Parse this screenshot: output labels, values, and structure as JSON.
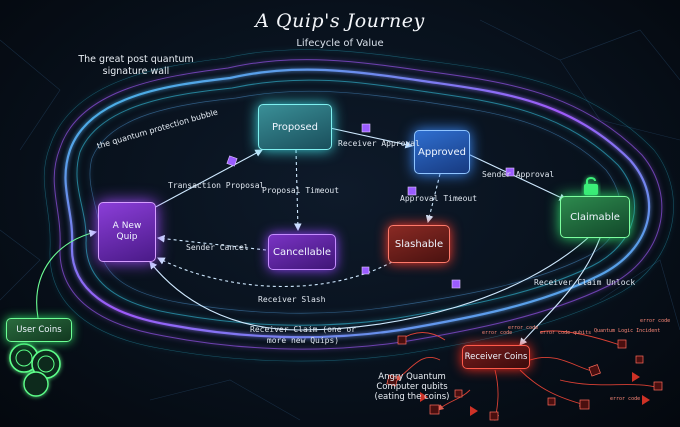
{
  "title": "A Quip's Journey",
  "subtitle": "Lifecycle of Value",
  "notes": {
    "wall": "The great post quantum signature wall",
    "bubble": "the quantum protection bubble",
    "angry": "Angry Quantum Computer qubits (eating the coins)"
  },
  "nodes": {
    "new_quip": "A New Quip",
    "proposed": "Proposed",
    "approved": "Approved",
    "claimable": "Claimable",
    "cancellable": "Cancellable",
    "slashable": "Slashable",
    "user_coins": "User Coins",
    "receiver_coins": "Receiver Coins"
  },
  "edges": {
    "transaction_proposal": "Transaction Proposal",
    "receiver_approval": "Receiver Approval",
    "sender_approval": "Sender Approval",
    "proposal_timeout": "Proposal Timeout",
    "approval_timeout": "Approval Timeout",
    "sender_cancel": "Sender Cancel",
    "receiver_slash": "Receiver Slash",
    "receiver_claim_unlock": "Receiver Claim Unlock",
    "receiver_claim": "Receiver Claim (one or more new Quips)"
  },
  "error_labels": [
    "error code",
    "error code",
    "error code qubits",
    "Quantum Logic Incident",
    "error code",
    "error code"
  ],
  "colors": {
    "background": "#070d16",
    "bubble_cyan": "#37c9e8",
    "bubble_purple": "#a35bff",
    "proposed": "#3fd9e0",
    "approved": "#3b8cff",
    "claimable": "#32e070",
    "quip": "#a24bff",
    "slashable": "#ff3b2b",
    "receiver_coins": "#ff2a1a"
  }
}
